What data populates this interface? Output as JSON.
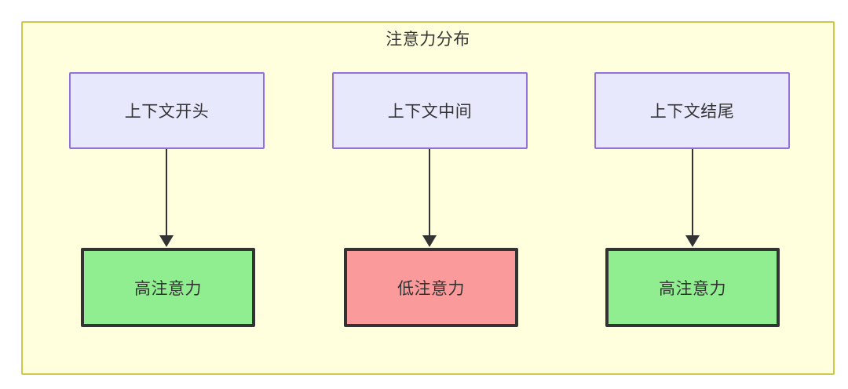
{
  "diagram": {
    "title": "注意力分布",
    "container": {
      "fill": "#ffffdd",
      "stroke": "#cdc94b"
    },
    "context_nodes": [
      {
        "id": "ctx-start",
        "label": "上下文开头",
        "fill": "#e8e8fd",
        "stroke": "#9370db"
      },
      {
        "id": "ctx-middle",
        "label": "上下文中间",
        "fill": "#e8e8fd",
        "stroke": "#9370db"
      },
      {
        "id": "ctx-end",
        "label": "上下文结尾",
        "fill": "#e8e8fd",
        "stroke": "#9370db"
      }
    ],
    "attention_nodes": [
      {
        "id": "attn-high-start",
        "label": "高注意力",
        "fill": "#90ee90",
        "stroke": "#333333"
      },
      {
        "id": "attn-low-middle",
        "label": "低注意力",
        "fill": "#fa9a9a",
        "stroke": "#333333"
      },
      {
        "id": "attn-high-end",
        "label": "高注意力",
        "fill": "#90ee90",
        "stroke": "#333333"
      }
    ],
    "edges": [
      {
        "from": "ctx-start",
        "to": "attn-high-start",
        "arrow": "down-arrow"
      },
      {
        "from": "ctx-middle",
        "to": "attn-low-middle",
        "arrow": "down-arrow"
      },
      {
        "from": "ctx-end",
        "to": "attn-high-end",
        "arrow": "down-arrow"
      }
    ]
  }
}
